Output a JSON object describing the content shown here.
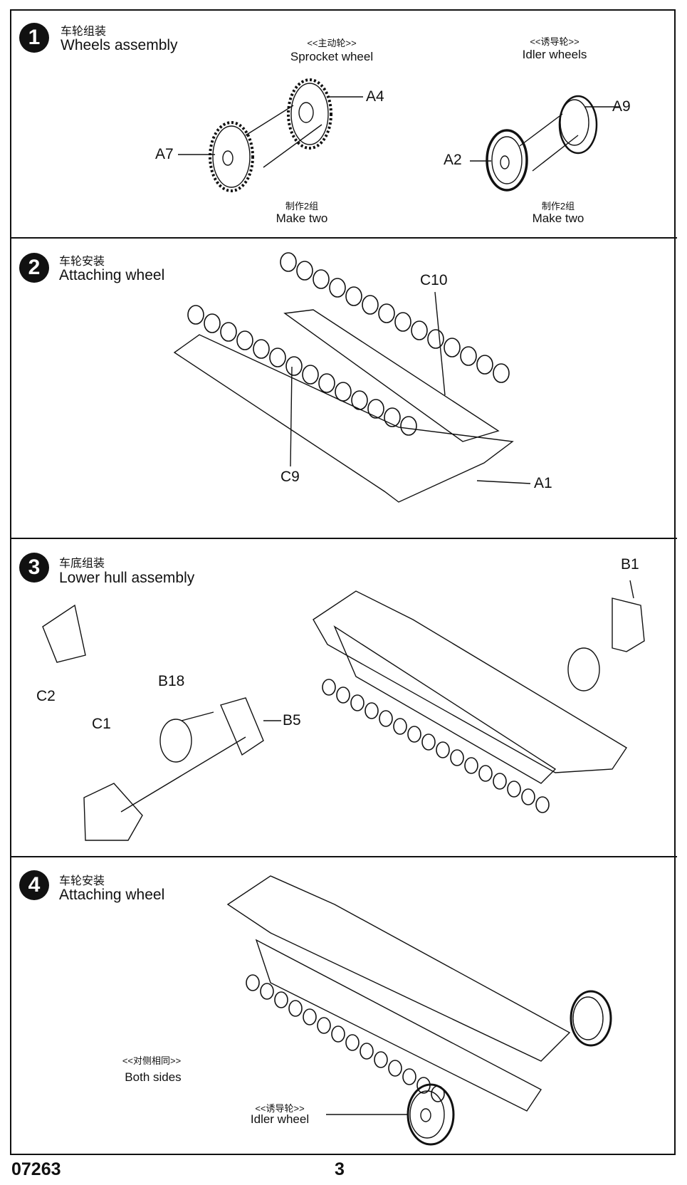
{
  "steps": [
    {
      "number": "1",
      "title_zh": "车轮组装",
      "title_en": "Wheels assembly",
      "groups": [
        {
          "label_zh": "<<主动轮>>",
          "label_en": "Sprocket wheel",
          "note_zh": "制作2组",
          "note_en": "Make two",
          "parts": [
            "A4",
            "A7"
          ]
        },
        {
          "label_zh": "<<诱导轮>>",
          "label_en": "Idler wheels",
          "note_zh": "制作2组",
          "note_en": "Make two",
          "parts": [
            "A9",
            "A2"
          ]
        }
      ]
    },
    {
      "number": "2",
      "title_zh": "车轮安装",
      "title_en": "Attaching wheel",
      "parts": [
        "C10",
        "C9",
        "A1"
      ]
    },
    {
      "number": "3",
      "title_zh": "车底组装",
      "title_en": "Lower hull assembly",
      "parts": [
        "B1",
        "C2",
        "C1",
        "B18",
        "B5"
      ]
    },
    {
      "number": "4",
      "title_zh": "车轮安装",
      "title_en": "Attaching wheel",
      "note_zh": "<<对侧相同>>",
      "note_en": "Both sides",
      "callout_zh": "<<诱导轮>>",
      "callout_en": "Idler wheel"
    }
  ],
  "footer": {
    "kit_number": "07263",
    "page_number": "3"
  }
}
